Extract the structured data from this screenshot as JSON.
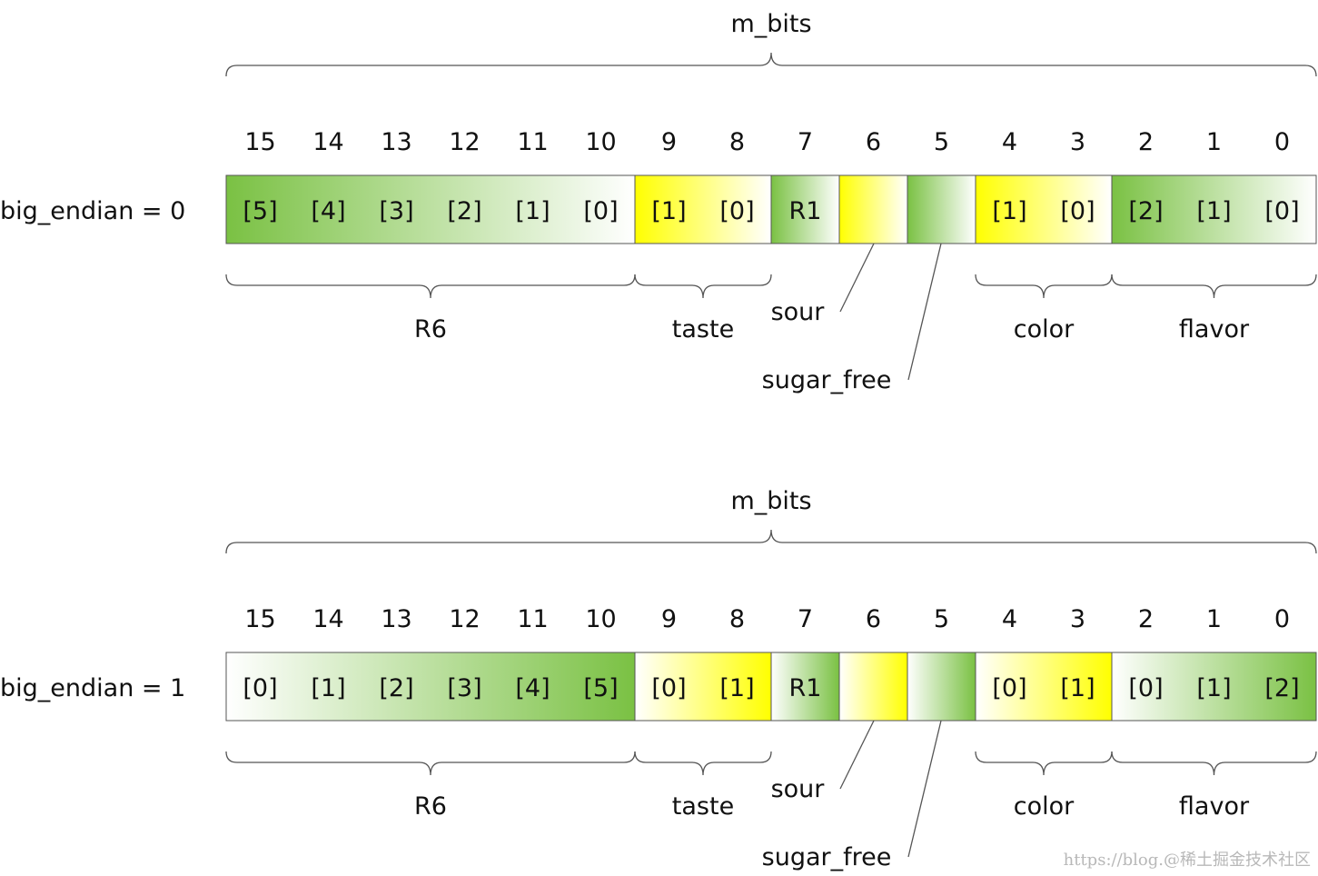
{
  "colors": {
    "green": "#7ac143",
    "yellow": "#ffff00",
    "white": "#ffffff",
    "stroke": "#555555"
  },
  "rows": [
    {
      "title": "m_bits",
      "row_label": "big_endian = 0",
      "bit_numbers": [
        "15",
        "14",
        "13",
        "12",
        "11",
        "10",
        "9",
        "8",
        "7",
        "6",
        "5",
        "4",
        "3",
        "2",
        "1",
        "0"
      ],
      "fields": [
        {
          "name": "R6",
          "start": 0,
          "count": 6,
          "color": "green",
          "dir": "to-white",
          "cells": [
            "[5]",
            "[4]",
            "[3]",
            "[2]",
            "[1]",
            "[0]"
          ]
        },
        {
          "name": "taste",
          "start": 6,
          "count": 2,
          "color": "yellow",
          "dir": "to-white",
          "cells": [
            "[1]",
            "[0]"
          ]
        },
        {
          "name": "R1",
          "start": 8,
          "count": 1,
          "color": "green",
          "dir": "to-white",
          "cells": [
            "R1"
          ],
          "no_brace": true
        },
        {
          "name": "sour",
          "start": 9,
          "count": 1,
          "color": "yellow",
          "dir": "to-white",
          "cells": [
            ""
          ],
          "callout": true
        },
        {
          "name": "sugar_free",
          "start": 10,
          "count": 1,
          "color": "green",
          "dir": "to-white",
          "cells": [
            ""
          ],
          "callout": true
        },
        {
          "name": "color",
          "start": 11,
          "count": 2,
          "color": "yellow",
          "dir": "to-white",
          "cells": [
            "[1]",
            "[0]"
          ]
        },
        {
          "name": "flavor",
          "start": 13,
          "count": 3,
          "color": "green",
          "dir": "to-white",
          "cells": [
            "[2]",
            "[1]",
            "[0]"
          ]
        }
      ]
    },
    {
      "title": "m_bits",
      "row_label": "big_endian = 1",
      "bit_numbers": [
        "15",
        "14",
        "13",
        "12",
        "11",
        "10",
        "9",
        "8",
        "7",
        "6",
        "5",
        "4",
        "3",
        "2",
        "1",
        "0"
      ],
      "fields": [
        {
          "name": "R6",
          "start": 0,
          "count": 6,
          "color": "green",
          "dir": "from-white",
          "cells": [
            "[0]",
            "[1]",
            "[2]",
            "[3]",
            "[4]",
            "[5]"
          ]
        },
        {
          "name": "taste",
          "start": 6,
          "count": 2,
          "color": "yellow",
          "dir": "from-white",
          "cells": [
            "[0]",
            "[1]"
          ]
        },
        {
          "name": "R1",
          "start": 8,
          "count": 1,
          "color": "green",
          "dir": "from-white",
          "cells": [
            "R1"
          ],
          "no_brace": true
        },
        {
          "name": "sour",
          "start": 9,
          "count": 1,
          "color": "yellow",
          "dir": "from-white",
          "cells": [
            ""
          ],
          "callout": true
        },
        {
          "name": "sugar_free",
          "start": 10,
          "count": 1,
          "color": "green",
          "dir": "from-white",
          "cells": [
            ""
          ],
          "callout": true
        },
        {
          "name": "color",
          "start": 11,
          "count": 2,
          "color": "yellow",
          "dir": "from-white",
          "cells": [
            "[0]",
            "[1]"
          ]
        },
        {
          "name": "flavor",
          "start": 13,
          "count": 3,
          "color": "green",
          "dir": "from-white",
          "cells": [
            "[0]",
            "[1]",
            "[2]"
          ]
        }
      ]
    }
  ],
  "watermark": "https://blog.@稀土掘金技术社区"
}
